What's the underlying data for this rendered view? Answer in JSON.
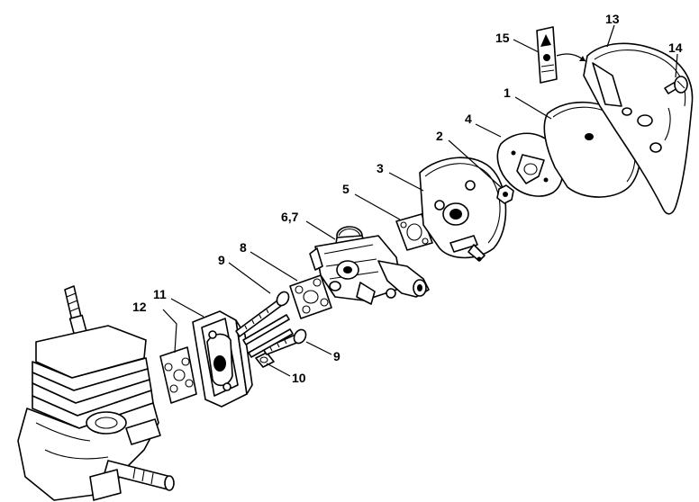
{
  "diagram": {
    "callouts": [
      {
        "id": "c1",
        "label": "1"
      },
      {
        "id": "c2",
        "label": "2"
      },
      {
        "id": "c3",
        "label": "3"
      },
      {
        "id": "c4",
        "label": "4"
      },
      {
        "id": "c5",
        "label": "5"
      },
      {
        "id": "c67",
        "label": "6,7"
      },
      {
        "id": "c8",
        "label": "8"
      },
      {
        "id": "c9a",
        "label": "9"
      },
      {
        "id": "c9b",
        "label": "9"
      },
      {
        "id": "c10",
        "label": "10"
      },
      {
        "id": "c11",
        "label": "11"
      },
      {
        "id": "c12",
        "label": "12"
      },
      {
        "id": "c13",
        "label": "13"
      },
      {
        "id": "c14",
        "label": "14"
      },
      {
        "id": "c15",
        "label": "15"
      }
    ],
    "colors": {
      "line": "#000000",
      "background": "#ffffff"
    }
  }
}
